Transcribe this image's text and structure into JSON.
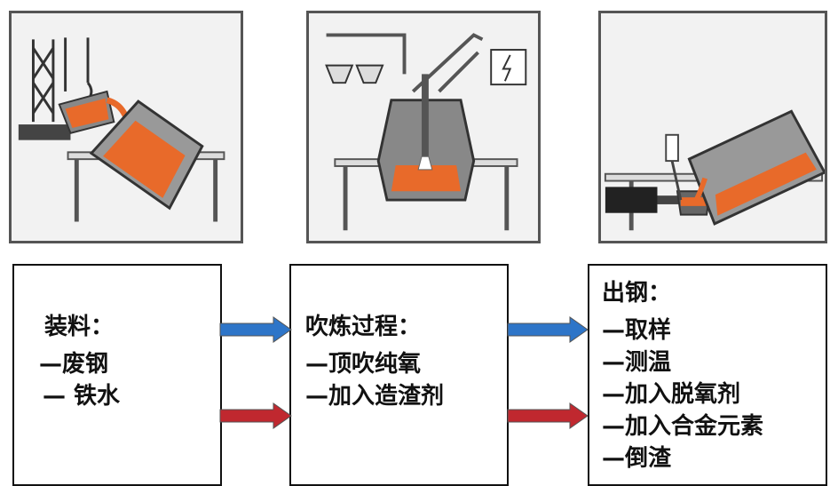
{
  "steps": [
    {
      "title": "装料：",
      "items": [
        "—废钢",
        "— 铁水"
      ]
    },
    {
      "title": "吹炼过程：",
      "items": [
        "—顶吹纯氧",
        "—加入造渣剂"
      ]
    },
    {
      "title": "出钢：",
      "items": [
        "—取样",
        "—测温",
        "—加入脱氧剂",
        "—加入合金元素",
        "—倒渣"
      ]
    }
  ],
  "colors": {
    "blue_arrow": "#2e75c8",
    "red_arrow": "#c0282f",
    "molten": "#e86a2a"
  }
}
